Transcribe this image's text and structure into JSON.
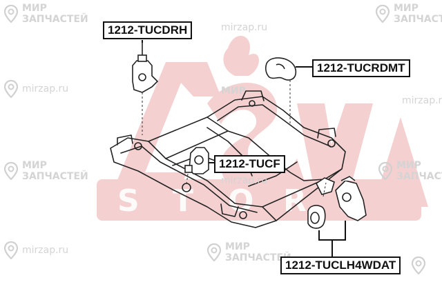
{
  "watermark": {
    "brand_top": "МИР",
    "brand_bottom": "ЗАПЧАСТЕЙ",
    "url": "mirzap.ru",
    "logo_text": "ASVA",
    "color": "#d4d4d4",
    "logo_color": "#f2c4c4"
  },
  "parts": [
    {
      "id": "1212-TUCDRH"
    },
    {
      "id": "1212-TUCRDMT"
    },
    {
      "id": "1212-TUCF"
    },
    {
      "id": "1212-TUCLH4WDAT"
    }
  ],
  "colors": {
    "line": "#111111",
    "label_border": "#111111"
  }
}
